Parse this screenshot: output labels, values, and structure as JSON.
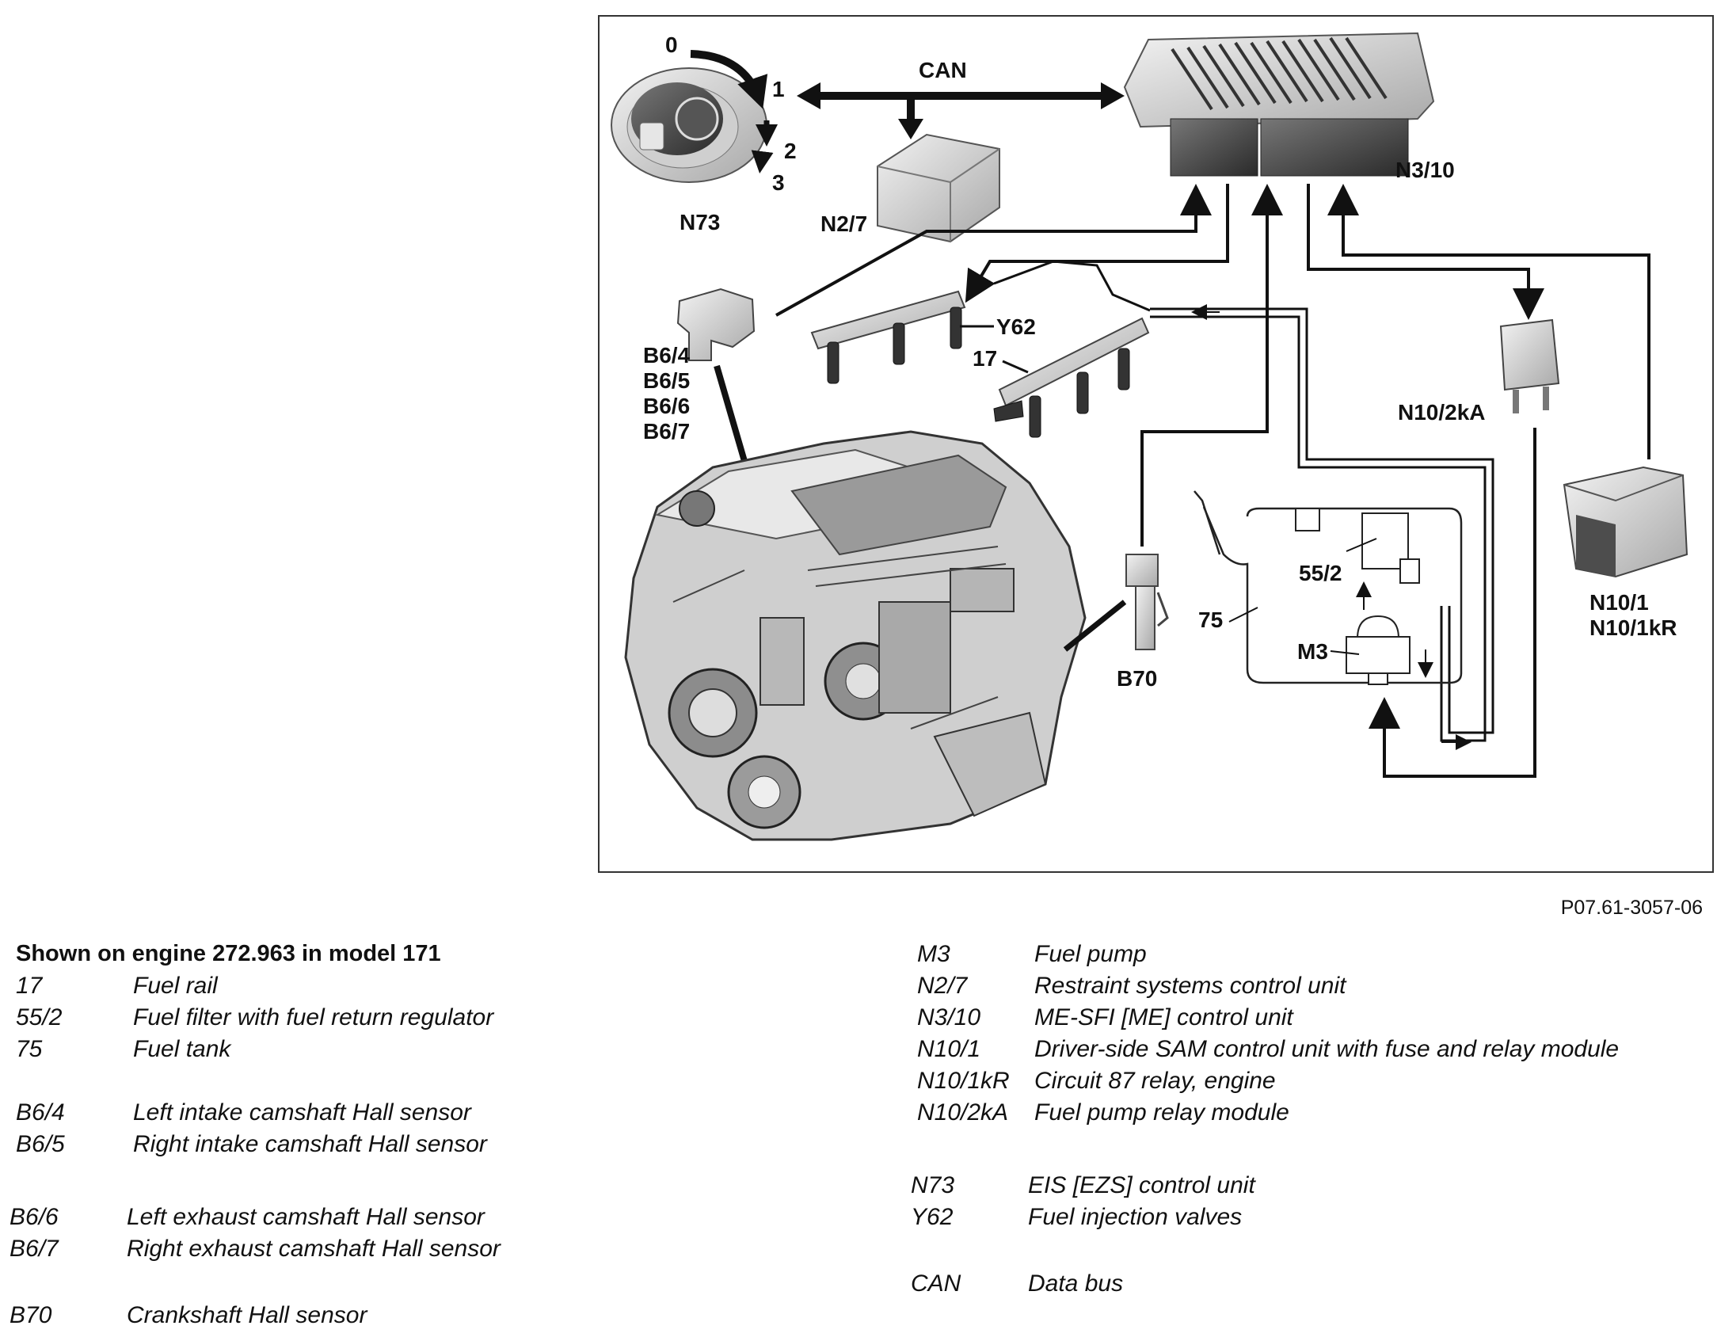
{
  "figure_ref": "P07.61-3057-06",
  "callouts": {
    "ignition_positions": [
      "0",
      "1",
      "2",
      "3"
    ],
    "can": "CAN",
    "n73": "N73",
    "n2_7": "N2/7",
    "n3_10": "N3/10",
    "y62": "Y62",
    "fuel_rail": "17",
    "b6_group": [
      "B6/4",
      "B6/5",
      "B6/6",
      "B6/7"
    ],
    "n10_2ka": "N10/2kA",
    "n10_1": "N10/1",
    "n10_1kr": "N10/1kR",
    "b70": "B70",
    "tank": "75",
    "filter": "55/2",
    "pump": "M3"
  },
  "legend": {
    "title": "Shown on engine 272.963 in model 171",
    "left": [
      {
        "code": "17",
        "desc": "Fuel rail"
      },
      {
        "code": "55/2",
        "desc": "Fuel filter with fuel return regulator"
      },
      {
        "code": "75",
        "desc": "Fuel tank"
      },
      {
        "code": "B6/4",
        "desc": "Left intake camshaft Hall sensor"
      },
      {
        "code": "B6/5",
        "desc": "Right intake camshaft Hall sensor"
      },
      {
        "code": "B6/6",
        "desc": "Left exhaust camshaft Hall sensor"
      },
      {
        "code": "B6/7",
        "desc": "Right exhaust camshaft Hall sensor"
      },
      {
        "code": "B70",
        "desc": "Crankshaft Hall sensor"
      }
    ],
    "right": [
      {
        "code": "M3",
        "desc": "Fuel pump"
      },
      {
        "code": "N2/7",
        "desc": "Restraint systems control unit"
      },
      {
        "code": "N3/10",
        "desc": "ME-SFI [ME] control unit"
      },
      {
        "code": "N10/1",
        "desc": "Driver-side SAM control unit with fuse and relay module"
      },
      {
        "code": "N10/1kR",
        "desc": "Circuit 87 relay, engine"
      },
      {
        "code": "N10/2kA",
        "desc": "Fuel pump relay module"
      },
      {
        "code": "N73",
        "desc": "EIS [EZS] control unit"
      },
      {
        "code": "Y62",
        "desc": "Fuel injection valves"
      },
      {
        "code": "CAN",
        "desc": "Data bus"
      }
    ]
  }
}
